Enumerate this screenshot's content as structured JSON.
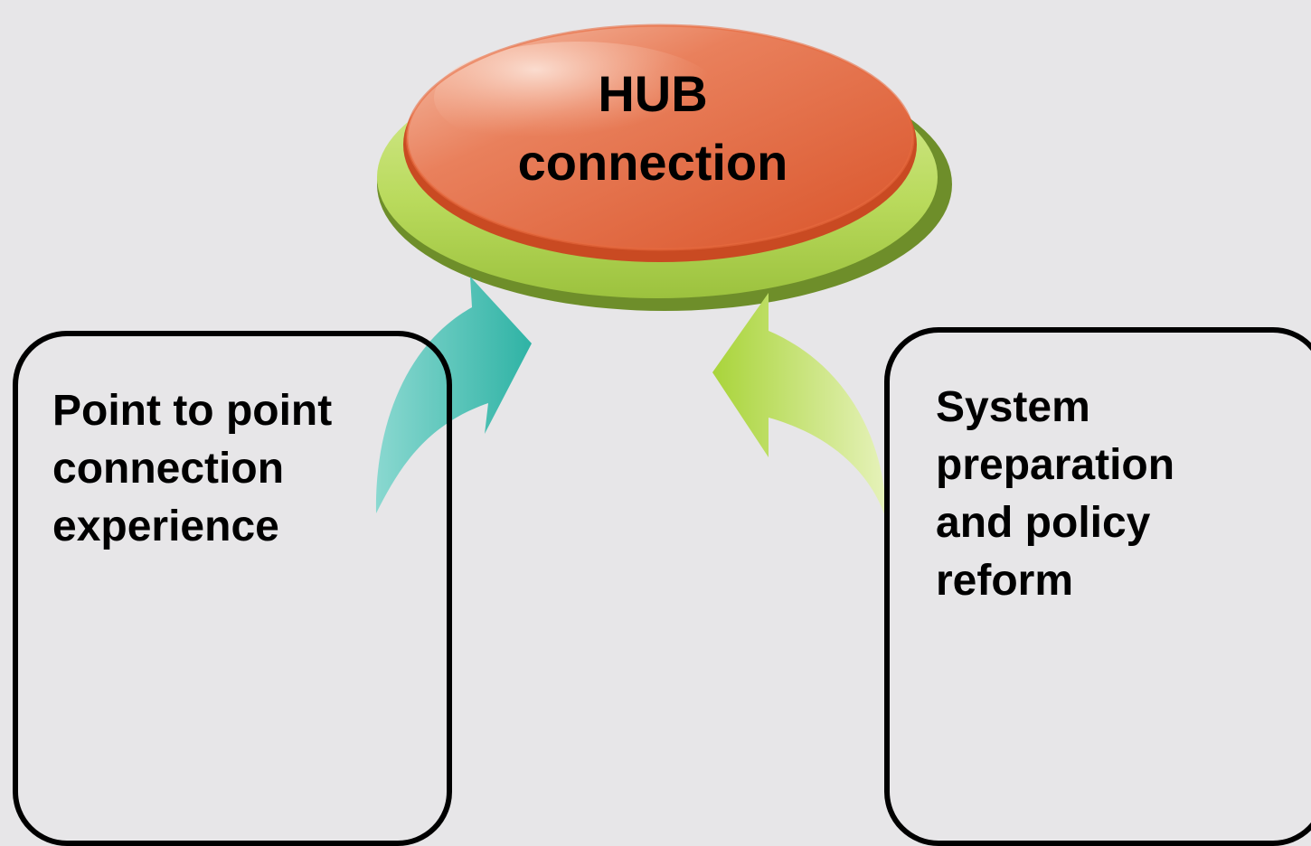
{
  "hub": {
    "lines": [
      "HUB",
      "connection"
    ],
    "top_color": "#E0603A",
    "rim_color": "#C94A22",
    "base_color": "#B6D85A",
    "base_shadow_color": "#6E8E2A"
  },
  "left_box": {
    "lines": [
      "Point to point",
      "connection",
      "experience"
    ],
    "arrow_color": "#3DBAAE"
  },
  "right_box": {
    "lines": [
      "System",
      "preparation",
      "and policy",
      "reform"
    ],
    "arrow_color": "#B6D84A"
  },
  "background_color": "#E7E6E8",
  "box_border_color": "#000000"
}
